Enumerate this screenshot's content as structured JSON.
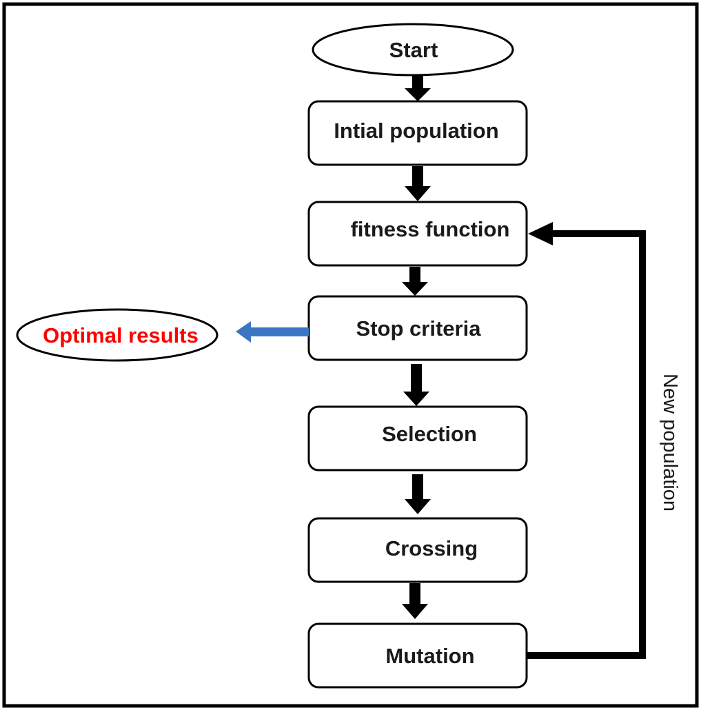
{
  "diagram": {
    "nodes": {
      "start": "Start",
      "initial_population": "Intial population",
      "fitness_function": "fitness function",
      "stop_criteria": "Stop criteria",
      "selection": "Selection",
      "crossing": "Crossing",
      "mutation": "Mutation",
      "optimal_results": "Optimal results"
    },
    "loop_label": "New population",
    "colors": {
      "outline": "#000000",
      "arrow": "#000000",
      "result_arrow": "#3a76c4",
      "result_text": "#ff0000",
      "text": "#1a1a1a"
    }
  }
}
